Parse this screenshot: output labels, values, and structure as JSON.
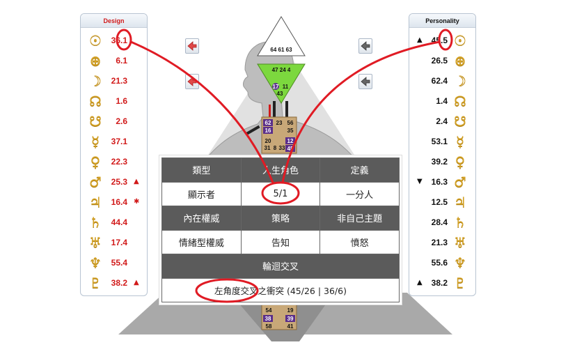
{
  "design": {
    "title": "Design",
    "rows": [
      {
        "icon": "sun-icon",
        "glyph": "☉",
        "value": "36.1",
        "mark": ""
      },
      {
        "icon": "earth-icon",
        "glyph": "⊕",
        "value": "6.1",
        "mark": ""
      },
      {
        "icon": "moon-icon",
        "glyph": "☽",
        "value": "21.3",
        "mark": ""
      },
      {
        "icon": "north-node-icon",
        "glyph": "☊",
        "value": "1.6",
        "mark": ""
      },
      {
        "icon": "south-node-icon",
        "glyph": "☋",
        "value": "2.6",
        "mark": ""
      },
      {
        "icon": "mercury-icon",
        "glyph": "☿",
        "value": "37.1",
        "mark": ""
      },
      {
        "icon": "venus-icon",
        "glyph": "♀",
        "value": "22.3",
        "mark": ""
      },
      {
        "icon": "mars-icon",
        "glyph": "♂",
        "value": "25.3",
        "mark": "▲"
      },
      {
        "icon": "jupiter-icon",
        "glyph": "♃",
        "value": "16.4",
        "mark": "✱"
      },
      {
        "icon": "saturn-icon",
        "glyph": "♄",
        "value": "44.4",
        "mark": ""
      },
      {
        "icon": "uranus-icon",
        "glyph": "♅",
        "value": "17.4",
        "mark": ""
      },
      {
        "icon": "neptune-icon",
        "glyph": "♆",
        "value": "55.4",
        "mark": ""
      },
      {
        "icon": "pluto-icon",
        "glyph": "♇",
        "value": "38.2",
        "mark": "▲"
      }
    ]
  },
  "personality": {
    "title": "Personality",
    "rows": [
      {
        "icon": "sun-icon",
        "glyph": "☉",
        "value": "45.5",
        "mark": "▲"
      },
      {
        "icon": "earth-icon",
        "glyph": "⊕",
        "value": "26.5",
        "mark": ""
      },
      {
        "icon": "moon-icon",
        "glyph": "☽",
        "value": "62.4",
        "mark": ""
      },
      {
        "icon": "north-node-icon",
        "glyph": "☊",
        "value": "1.4",
        "mark": ""
      },
      {
        "icon": "south-node-icon",
        "glyph": "☋",
        "value": "2.4",
        "mark": ""
      },
      {
        "icon": "mercury-icon",
        "glyph": "☿",
        "value": "53.1",
        "mark": ""
      },
      {
        "icon": "venus-icon",
        "glyph": "♀",
        "value": "39.2",
        "mark": ""
      },
      {
        "icon": "mars-icon",
        "glyph": "♂",
        "value": "16.3",
        "mark": "▼"
      },
      {
        "icon": "jupiter-icon",
        "glyph": "♃",
        "value": "12.5",
        "mark": ""
      },
      {
        "icon": "saturn-icon",
        "glyph": "♄",
        "value": "28.4",
        "mark": ""
      },
      {
        "icon": "uranus-icon",
        "glyph": "♅",
        "value": "21.3",
        "mark": ""
      },
      {
        "icon": "neptune-icon",
        "glyph": "♆",
        "value": "55.6",
        "mark": ""
      },
      {
        "icon": "pluto-icon",
        "glyph": "♇",
        "value": "38.2",
        "mark": "▲"
      }
    ]
  },
  "chart": {
    "head_gates": "64 61 63",
    "ajna_gates_top": "47 24 4",
    "ajna_gate_17": "17",
    "ajna_gate_11": "11",
    "ajna_gate_43": "43",
    "throat_gates_row1": [
      "62",
      "23",
      "56"
    ],
    "throat_gates_row2": [
      "16",
      "",
      "35"
    ],
    "throat_gates_row3": [
      "20",
      "",
      "12"
    ],
    "throat_gates_row4": [
      "31",
      "8",
      "33",
      "45"
    ],
    "root_gates_row1": [
      "54",
      "19"
    ],
    "root_gates_row2": [
      "38",
      "39"
    ],
    "root_gates_row3": [
      "58",
      "41"
    ],
    "colors": {
      "head_fill": "#ffffff",
      "ajna_fill": "#7cd83e",
      "center_tan": "#c8a878",
      "gray_shape": "#b4b4b4",
      "purple_gate": "#5a2e8a",
      "annotation_red": "#e01b24"
    }
  },
  "info": {
    "h_type": "類型",
    "h_profile": "人生角色",
    "h_definition": "定義",
    "type": "顯示者",
    "profile": "5/1",
    "definition": "一分人",
    "h_authority": "內在權威",
    "h_strategy": "策略",
    "h_notself": "非自己主題",
    "authority": "情緒型權威",
    "strategy": "告知",
    "notself": "憤怒",
    "h_cross": "輪迴交叉",
    "cross": "左角度交叉之衝突 (45/26 | 36/6)"
  }
}
